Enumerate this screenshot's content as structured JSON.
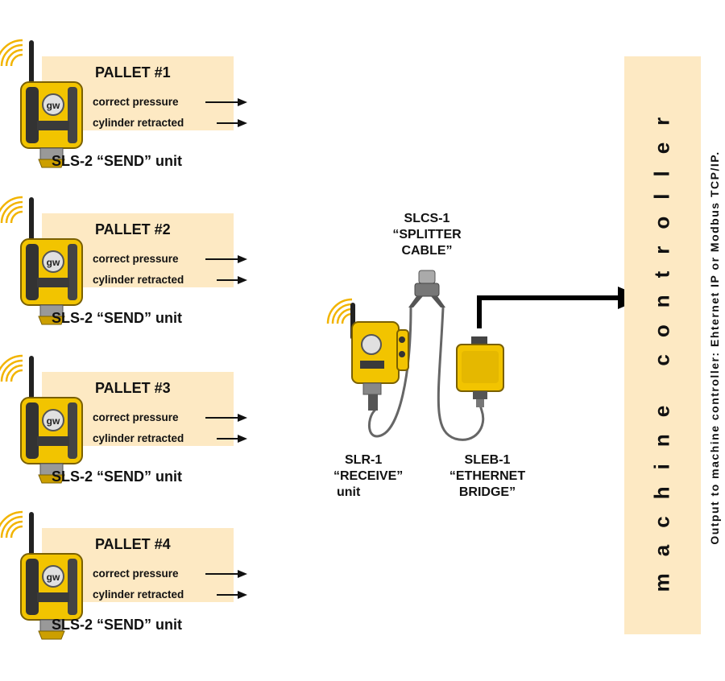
{
  "pallets": [
    {
      "title": "PALLET #1",
      "signal1": "correct pressure",
      "signal2": "cylinder retracted",
      "caption": "SLS-2 “SEND” unit"
    },
    {
      "title": "PALLET #2",
      "signal1": "correct pressure",
      "signal2": "cylinder retracted",
      "caption": "SLS-2 “SEND” unit"
    },
    {
      "title": "PALLET #3",
      "signal1": "correct pressure",
      "signal2": "cylinder retracted",
      "caption": "SLS-2 “SEND” unit"
    },
    {
      "title": "PALLET #4",
      "signal1": "correct pressure",
      "signal2": "cylinder retracted",
      "caption": "SLS-2 “SEND” unit"
    }
  ],
  "splitter": {
    "line1": "SLCS-1",
    "line2": "“SPLITTER",
    "line3": "CABLE”"
  },
  "receiver": {
    "line1": "SLR-1",
    "line2": "“RECEIVE”",
    "line3": "unit"
  },
  "bridge": {
    "line1": "SLEB-1",
    "line2": "“ETHERNET",
    "line3": "BRIDGE”"
  },
  "machine_controller": "machine controller",
  "output_note": "Output to machine controller:   Ehternet IP or Modbus TCP/IP.",
  "colors": {
    "panel": "#fde9c3",
    "device_yellow": "#f2c400",
    "device_dark": "#2a2a2a",
    "antenna_waves": "#f2b400"
  }
}
